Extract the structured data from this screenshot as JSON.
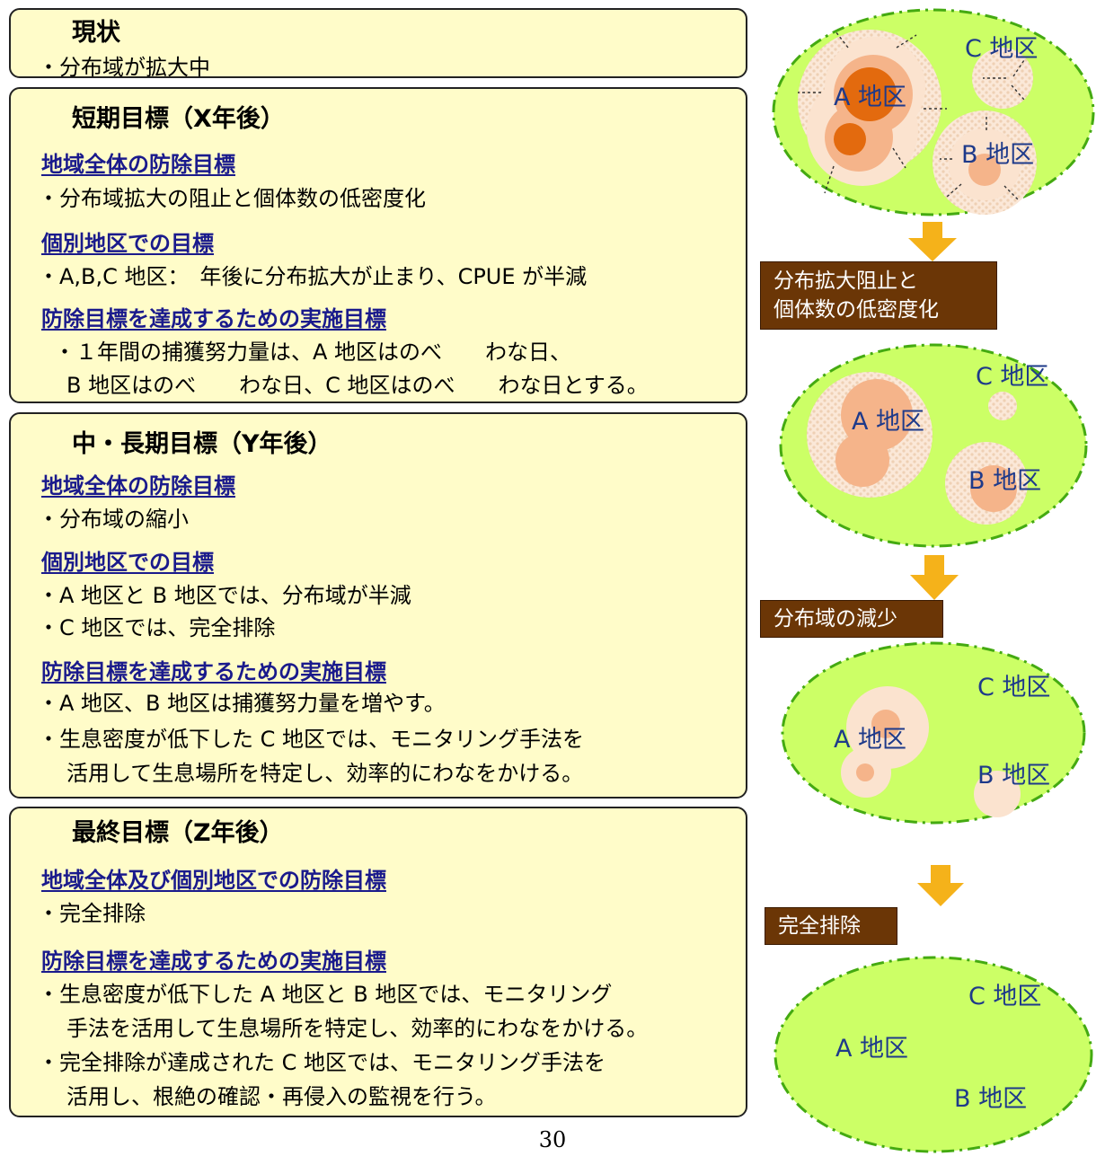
{
  "current": {
    "title": "現状",
    "item1": "・分布域が拡大中"
  },
  "short": {
    "title": "短期目標（X年後）",
    "h1": "地域全体の防除目標",
    "b1": "・分布域拡大の阻止と個体数の低密度化",
    "h2": "個別地区での目標",
    "b2": "・A,B,C 地区：　年後に分布拡大が止まり、CPUE が半減",
    "h3": "防除目標を達成するための実施目標",
    "b3a": "・１年間の捕獲努力量は、A 地区はのべ　　わな日、",
    "b3b": "B 地区はのべ　　わな日、C 地区はのべ　　わな日とする。"
  },
  "mid": {
    "title": "中・長期目標（Y年後）",
    "h1": "地域全体の防除目標",
    "b1": "・分布域の縮小",
    "h2": "個別地区での目標",
    "b2a": "・A 地区と B 地区では、分布域が半減",
    "b2b": "・C 地区では、完全排除",
    "h3": "防除目標を達成するための実施目標",
    "b3a": "・A 地区、B 地区は捕獲努力量を増やす。",
    "b3b": "・生息密度が低下した C 地区では、モニタリング手法を",
    "b3c": "活用して生息場所を特定し、効率的にわなをかける。"
  },
  "final": {
    "title": "最終目標（Z年後）",
    "h1": "地域全体及び個別地区での防除目標",
    "b1": "・完全排除",
    "h2": "防除目標を達成するための実施目標",
    "b2a": "・生息密度が低下した A 地区と B 地区では、モニタリング",
    "b2b": "手法を活用して生息場所を特定し、効率的にわなをかける。",
    "b2c": "・完全排除が達成された C 地区では、モニタリング手法を",
    "b2d": "活用し、根絶の確認・再侵入の監視を行う。"
  },
  "maps": {
    "area_a": "A 地区",
    "area_b": "B 地区",
    "area_c": "C 地区"
  },
  "transitions": {
    "step1a": "分布拡大阻止と",
    "step1b": "個体数の低密度化",
    "step2": "分布域の減少",
    "step3": "完全排除"
  },
  "page_number": "30",
  "colors": {
    "box_fill": "#fffcc9",
    "heading": "#1a1a8c",
    "field": "#ccff66",
    "field_border": "#44aa11",
    "arrow": "#f5b21a",
    "label_bg": "#6b3606",
    "dense": "#e36a0e",
    "medium": "#f5b48a",
    "sparse": "#fbe3cf"
  }
}
